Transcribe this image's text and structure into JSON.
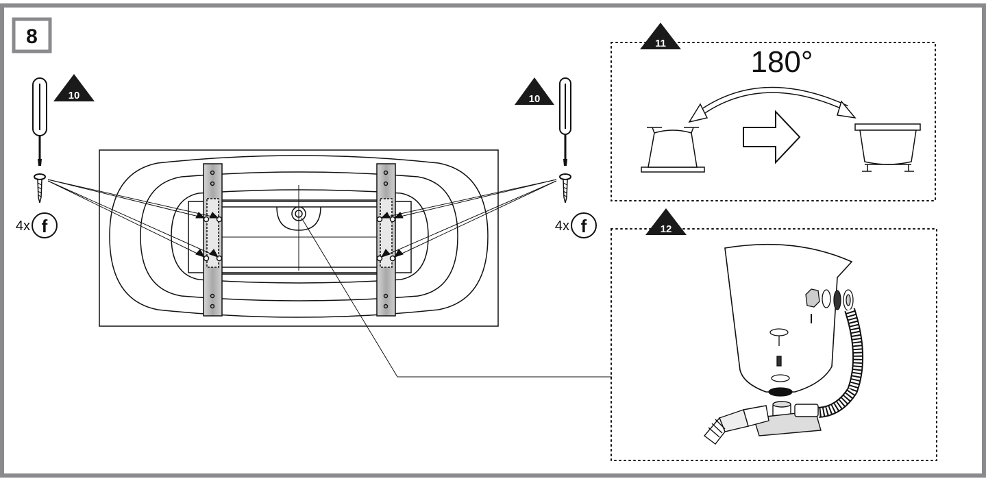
{
  "step": {
    "number": "8",
    "tools": {
      "left": {
        "badge": "10",
        "quantity": "4x",
        "part_letter": "f"
      },
      "right": {
        "badge": "10",
        "quantity": "4x",
        "part_letter": "f"
      }
    },
    "flip_panel": {
      "badge": "11",
      "rotation": "180°"
    },
    "drain_panel": {
      "badge": "12"
    }
  },
  "colors": {
    "frame": "#8a8a8d",
    "ink": "#111111",
    "badge_fill": "#1a1a1a",
    "leg_fill": "#bdbdbd",
    "light_gray": "#dcdcdc"
  }
}
